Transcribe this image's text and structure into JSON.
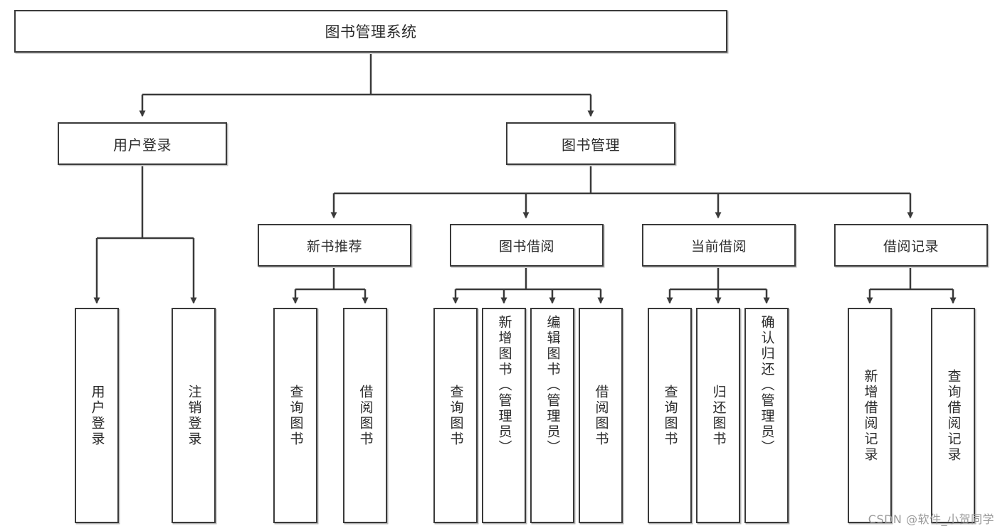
{
  "diagram": {
    "title": "图书管理系统",
    "type": "tree-hierarchy",
    "watermark": "CSDN @软件_小贺同学",
    "colors": {
      "box_border": "#3a3a3a",
      "box_fill": "#ffffff",
      "connector": "#3a3a3a",
      "text": "#2b2b2b",
      "watermark": "#9a9a9a",
      "shadow": "#b9b9b9"
    },
    "root": {
      "label": "图书管理系统"
    },
    "level1": [
      {
        "label": "用户登录"
      },
      {
        "label": "图书管理"
      }
    ],
    "level2": [
      {
        "label": "新书推荐"
      },
      {
        "label": "图书借阅"
      },
      {
        "label": "当前借阅"
      },
      {
        "label": "借阅记录"
      }
    ],
    "leaves": {
      "user_login": [
        {
          "label": "用户登录"
        },
        {
          "label": "注销登录"
        }
      ],
      "new_book_recommend": [
        {
          "label": "查询图书"
        },
        {
          "label": "借阅图书"
        }
      ],
      "book_borrow": [
        {
          "label": "查询图书"
        },
        {
          "label": "新增图书（管理员）"
        },
        {
          "label": "编辑图书（管理员）"
        },
        {
          "label": "借阅图书"
        }
      ],
      "current_borrow": [
        {
          "label": "查询图书"
        },
        {
          "label": "归还图书"
        },
        {
          "label": "确认归还（管理员）"
        }
      ],
      "borrow_record": [
        {
          "label": "新增借阅记录"
        },
        {
          "label": "查询借阅记录"
        }
      ]
    }
  }
}
